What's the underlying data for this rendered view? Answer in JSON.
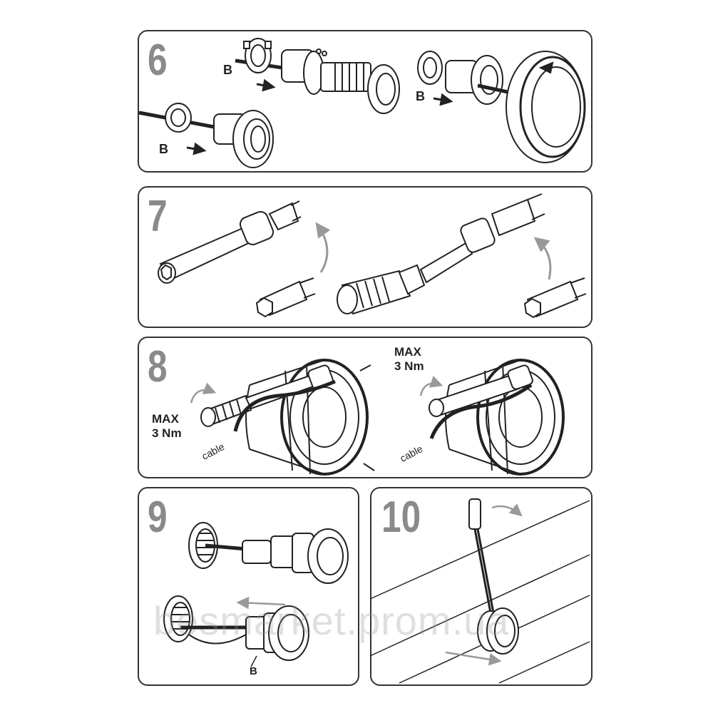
{
  "steps": [
    {
      "number": "6",
      "labels": [
        "B",
        "B",
        "B"
      ]
    },
    {
      "number": "7"
    },
    {
      "number": "8",
      "labels": [
        "MAX\n3 Nm",
        "MAX\n3 Nm",
        "cable",
        "cable"
      ]
    },
    {
      "number": "9",
      "labels": [
        "B"
      ]
    },
    {
      "number": "10"
    }
  ],
  "watermark": "besmarket.prom.ua",
  "colors": {
    "ink": "#222222",
    "step_number": "#8a8a8a",
    "watermark": "#969696"
  }
}
